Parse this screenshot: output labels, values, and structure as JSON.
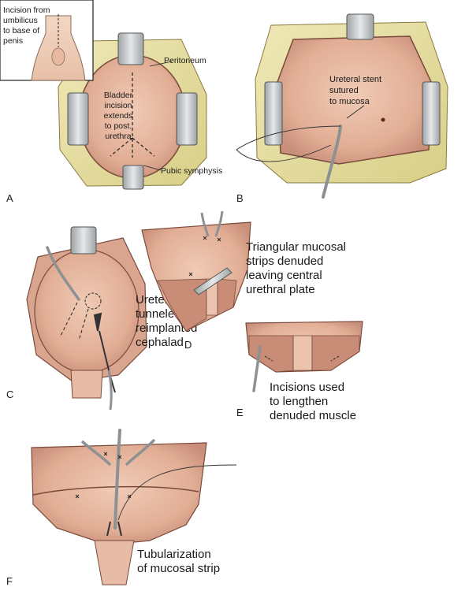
{
  "panels": {
    "A": {
      "letter": "A",
      "inset": [
        "Incision from",
        "umbilicus",
        "to base of",
        "penis"
      ],
      "peritoneum": "Peritoneum",
      "incision": [
        "Bladder",
        "incision",
        "extends",
        "to post.",
        "urethra"
      ],
      "pubic": "Pubic symphysis"
    },
    "B": {
      "letter": "B",
      "stent": [
        "Ureteral stent",
        "sutured",
        "to mucosa"
      ]
    },
    "C": {
      "letter": "C",
      "ureter": [
        "Ureter is",
        "tunneled and",
        "reimplanted",
        "cephalad"
      ]
    },
    "D": {
      "letter": "D",
      "strips": [
        "Triangular mucosal",
        "strips denuded",
        "leaving central",
        "urethral plate"
      ]
    },
    "E": {
      "letter": "E",
      "incisions": [
        "Incisions used",
        "to lengthen",
        "denuded muscle"
      ]
    },
    "F": {
      "letter": "F",
      "tubular": [
        "Tubularization",
        "of mucosal strip"
      ]
    }
  },
  "colors": {
    "mucosa": "#e7b8a0",
    "mucosa_dark": "#c98f7a",
    "fat": "#e9e2a6",
    "retractor": "#c9ccce",
    "outline": "#5a3a30"
  }
}
